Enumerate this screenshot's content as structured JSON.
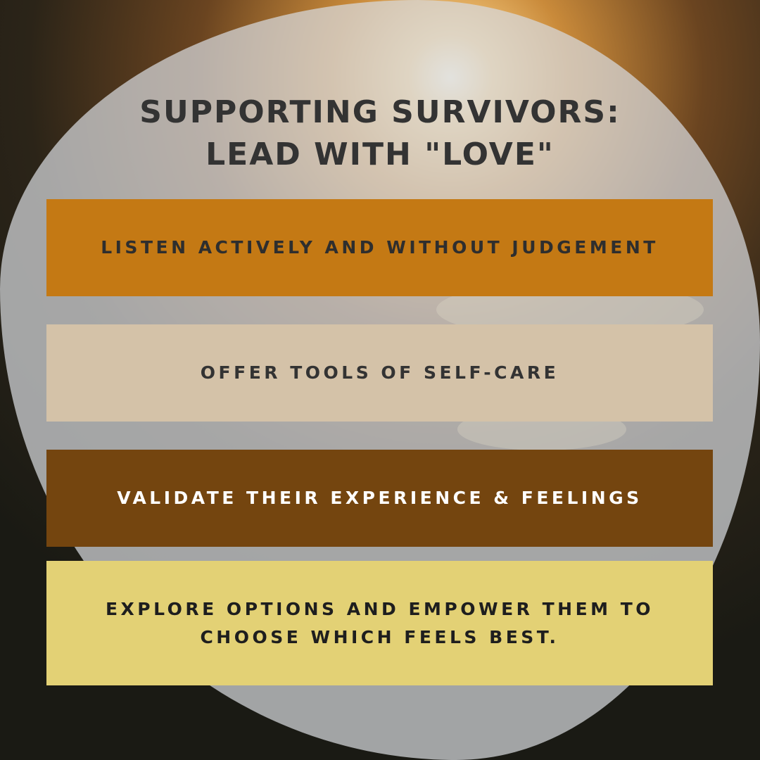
{
  "title": {
    "line1": "SUPPORTING SURVIVORS:",
    "line2": "LEAD WITH \"LOVE\""
  },
  "items": [
    {
      "text": "LISTEN ACTIVELY AND WITHOUT JUDGEMENT",
      "bg": "#c47914",
      "color": "#2e2e2e"
    },
    {
      "text": "OFFER TOOLS OF SELF-CARE",
      "bg": "#d4c2a8",
      "color": "#333333"
    },
    {
      "text": "VALIDATE THEIR EXPERIENCE & FEELINGS",
      "bg": "#74450f",
      "color": "#ffffff"
    },
    {
      "text": "EXPLORE OPTIONS AND EMPOWER THEM TO",
      "text2": "CHOOSE WHICH FEELS BEST.",
      "bg": "#e3d175",
      "color": "#1e1e1e"
    }
  ]
}
